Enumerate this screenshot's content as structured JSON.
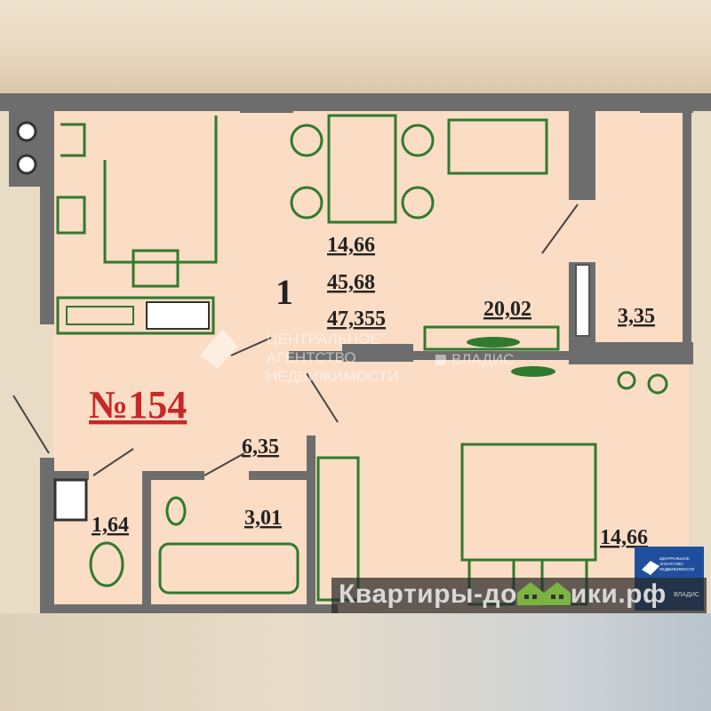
{
  "plan": {
    "apartment_number": "№154",
    "rooms_count": "1",
    "kitchen_area": "14,66",
    "living_area": "45,68",
    "total_area": "47,355",
    "living_room_area": "20,02",
    "balcony_area": "3,35",
    "hall_area": "6,35",
    "wc_area": "1,64",
    "bathroom_area": "3,01",
    "bedroom_area": "14,66"
  },
  "watermark": {
    "agency_line1": "ЦЕНТРАЛЬНОЕ",
    "agency_line2": "АГЕНТСТВО",
    "agency_line3": "НЕДВИЖИМОСТИ",
    "brand": "ВЛАДИС"
  },
  "banner": {
    "text_before": "Квартиры-до",
    "text_after": "ики.рф"
  },
  "logo": {
    "text": "ЦЕНТРАЛЬНОЕ АГЕНТСТВО НЕДВИЖИМОСТИ",
    "small": "ВЛАДИС"
  },
  "colors": {
    "wall": "#6d6d6d",
    "floor": "#fbdcc4",
    "furniture": "#2f7a2f",
    "number": "#c62828",
    "logo": "#1f4f9c"
  }
}
